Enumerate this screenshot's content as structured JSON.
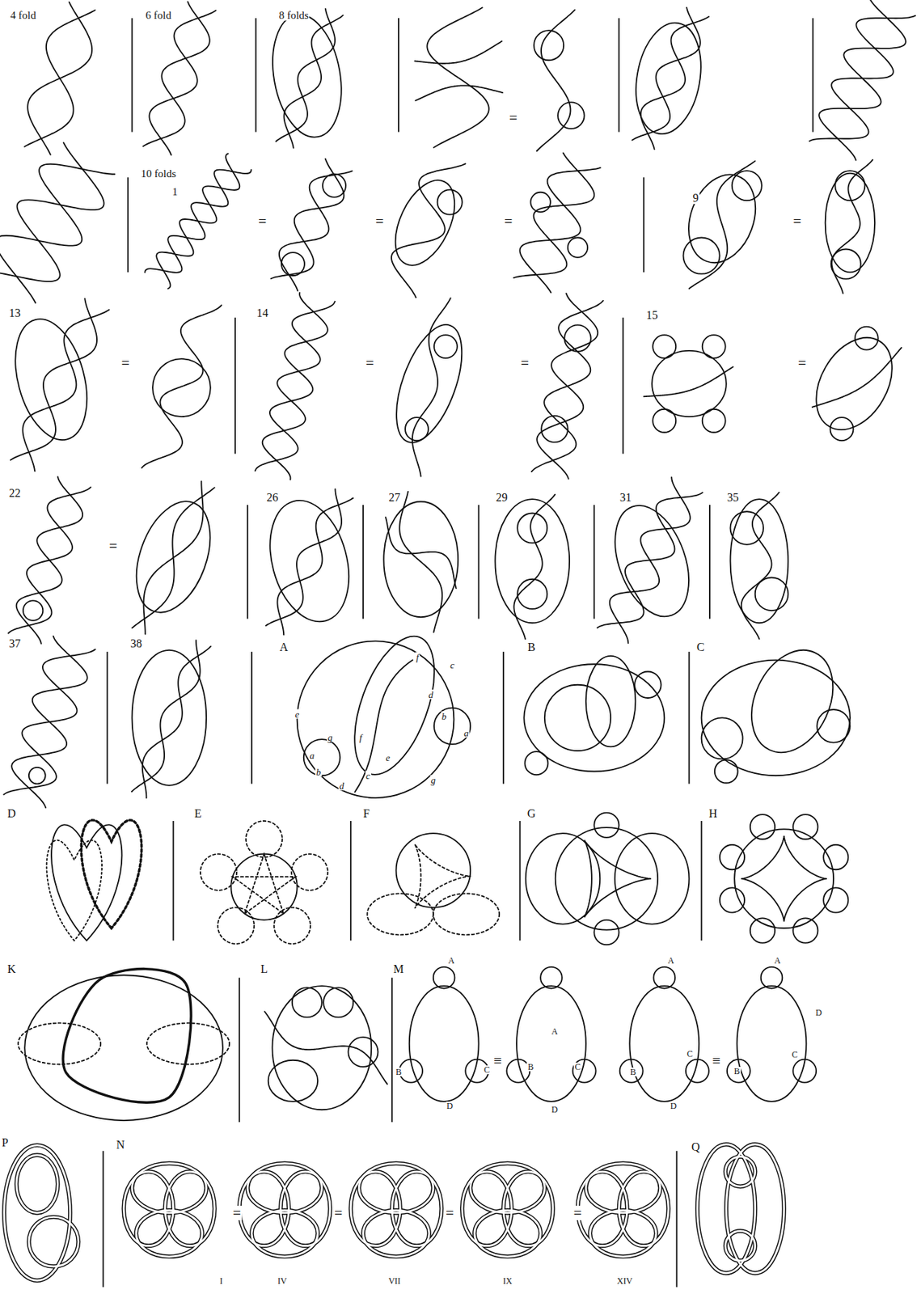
{
  "diagram": {
    "labels": [
      "4 fold",
      "6 fold",
      "8 folds",
      "=",
      "10 folds",
      "1",
      "=",
      "=",
      "=",
      "9",
      "=",
      "13",
      "=",
      "14",
      "=",
      "=",
      "15",
      "=",
      "22",
      "=",
      "26",
      "27",
      "29",
      "31",
      "35",
      "37",
      "38",
      "A",
      "f",
      "c",
      "e",
      "d",
      "b",
      "a",
      "g",
      "f",
      "e",
      "a",
      "g",
      "b",
      "c",
      "d",
      "B",
      "C",
      "D",
      "E",
      "F",
      "G",
      "H",
      "K",
      "L",
      "M",
      "A",
      "B",
      "C",
      "D",
      "≡",
      "A",
      "B",
      "C",
      "D",
      "A",
      "B",
      "C",
      "D",
      "≡",
      "A",
      "D",
      "C",
      "B",
      "P",
      "N",
      "=",
      "=",
      "=",
      "=",
      "I",
      "IV",
      "VII",
      "IX",
      "XIV",
      "Q"
    ]
  }
}
